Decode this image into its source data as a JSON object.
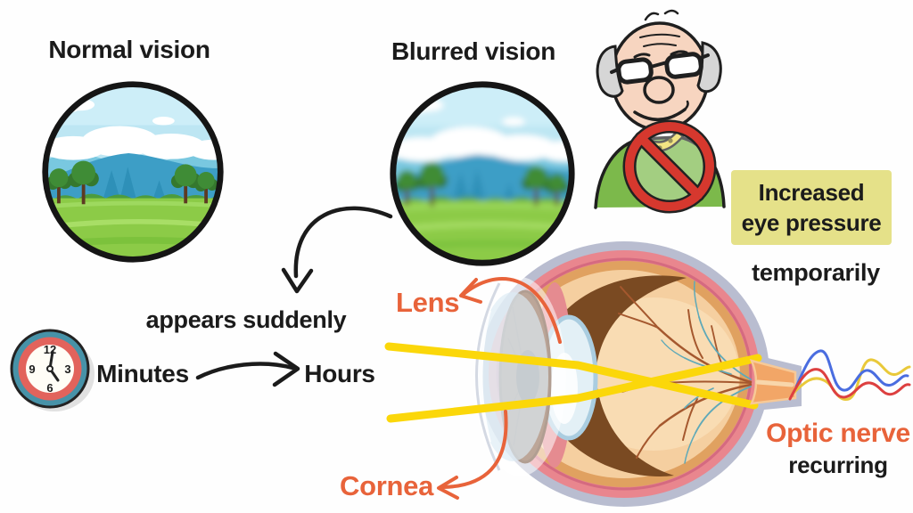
{
  "vision_panels": {
    "normal": {
      "label": "Normal vision"
    },
    "blurred": {
      "label": "Blurred vision"
    }
  },
  "onset": {
    "appears_suddenly": "appears suddenly",
    "minutes": "Minutes",
    "hours": "Hours"
  },
  "pressure_note": {
    "line1": "Increased",
    "line2": "eye pressure",
    "qualifier": "temporarily"
  },
  "eye_diagram": {
    "lens_label": "Lens",
    "cornea_label": "Cornea",
    "optic_nerve_label": "Optic nerve",
    "recurring_label": "recurring"
  },
  "clock": {
    "twelve": "12",
    "three": "3",
    "six": "6",
    "nine": "9"
  },
  "colors": {
    "label_accent": "#e8633a",
    "highlight": "#e5e189",
    "ray_yellow": "#fbd70a",
    "prohibition_red": "#d6382e",
    "sweater_green": "#7cb94b",
    "clock_teal": "#4792a8",
    "clock_red": "#e2635c",
    "wave_blue": "#4a6de0",
    "wave_red": "#dd4040",
    "wave_yellow": "#e9c93a",
    "text_dark": "#1b1b1b"
  }
}
